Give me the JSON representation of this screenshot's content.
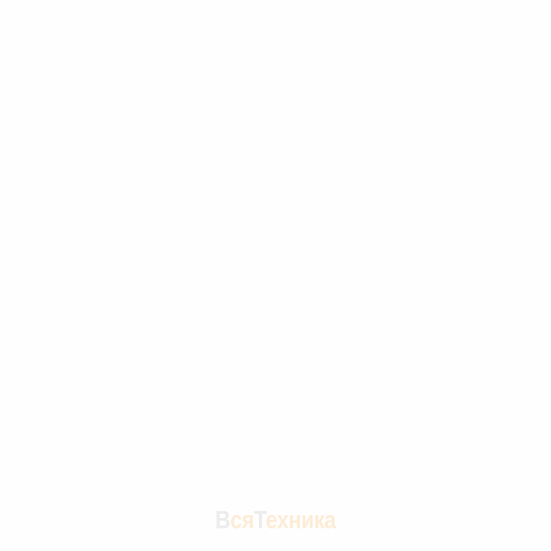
{
  "watermark": {
    "parts": [
      {
        "text": "В",
        "color": "#ececec"
      },
      {
        "text": "ся",
        "color": "#fdecd6"
      },
      {
        "text": "Т",
        "color": "#ececec"
      },
      {
        "text": "ехника",
        "color": "#fdecd6"
      }
    ]
  },
  "colors": {
    "background": "#fefefe",
    "watermark_gray": "#ececec",
    "watermark_orange": "#fdecd6"
  }
}
